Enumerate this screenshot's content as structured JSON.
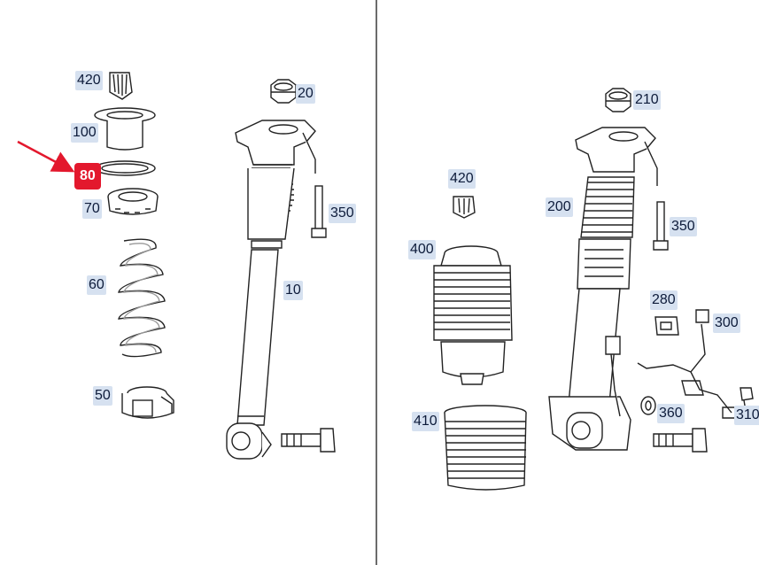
{
  "diagram": {
    "highlight_color": "#e3182d",
    "label_background": "#d6e1f0",
    "selected_part": "80",
    "left_panel": {
      "labels": [
        "420",
        "100",
        "80",
        "70",
        "60",
        "50",
        "20",
        "350",
        "10"
      ]
    },
    "right_panel": {
      "labels": [
        "210",
        "420",
        "200",
        "350",
        "400",
        "280",
        "300",
        "360",
        "310",
        "410"
      ]
    }
  }
}
